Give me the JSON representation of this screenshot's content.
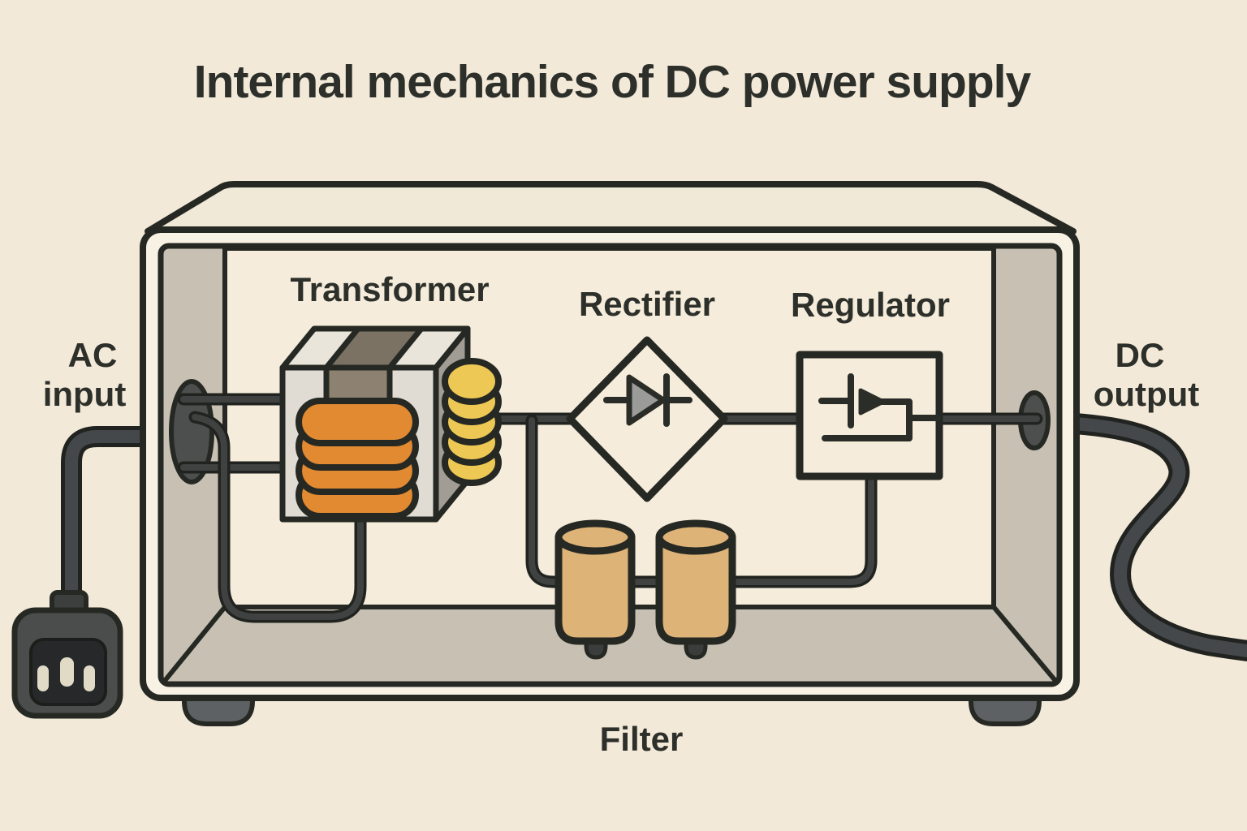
{
  "title": "Internal mechanics of DC power supply",
  "labels": {
    "transformer": "Transformer",
    "rectifier": "Rectifier",
    "regulator": "Regulator",
    "filter": "Filter",
    "ac_input_line1": "AC",
    "ac_input_line2": "input",
    "dc_output_line1": "DC",
    "dc_output_line2": "output"
  },
  "diagram": {
    "type": "illustrated schematic",
    "device": "DC power supply (open enclosure view)",
    "signal_flow": [
      "AC input",
      "Transformer",
      "Rectifier",
      "Filter",
      "Regulator",
      "DC output"
    ],
    "components": [
      {
        "name": "Transformer",
        "depiction": "laminated core with orange primary coil and yellow secondary coil"
      },
      {
        "name": "Rectifier",
        "depiction": "diamond bridge with diode symbol"
      },
      {
        "name": "Filter",
        "depiction": "two tan electrolytic capacitors on bottom rail"
      },
      {
        "name": "Regulator",
        "depiction": "box with regulator/feedback symbol"
      }
    ],
    "io": [
      {
        "name": "AC input",
        "depiction": "mains cord with 3-slot plug entering left grommet"
      },
      {
        "name": "DC output",
        "depiction": "cord leaving right grommet"
      }
    ]
  },
  "palette": {
    "background": "#f3e9d8",
    "outline": "#262923",
    "text": "#2d302a",
    "enclosure_shell": "#f8f2e4",
    "enclosure_wall": "#c8c1b3",
    "enclosure_interior": "#f5ecdb",
    "lid": "#f0e9d8",
    "transformer_front": "#e0dcd4",
    "transformer_side": "#a29d94",
    "transformer_core": "#8d8271",
    "transformer_core_top": "#7b7263",
    "coil_primary_orange": "#e18a32",
    "coil_secondary_yellow": "#edc854",
    "capacitor_tan": "#deb377",
    "wire_dark": "#3f4240",
    "cord_gray": "#45484a",
    "plug_body": "#4a4d4b",
    "plug_face": "#26282a",
    "plug_slot": "#e0dac7",
    "diode_fill": "#9b9b99",
    "grommet": "#4c4f4d",
    "foot": "#5e6163"
  }
}
